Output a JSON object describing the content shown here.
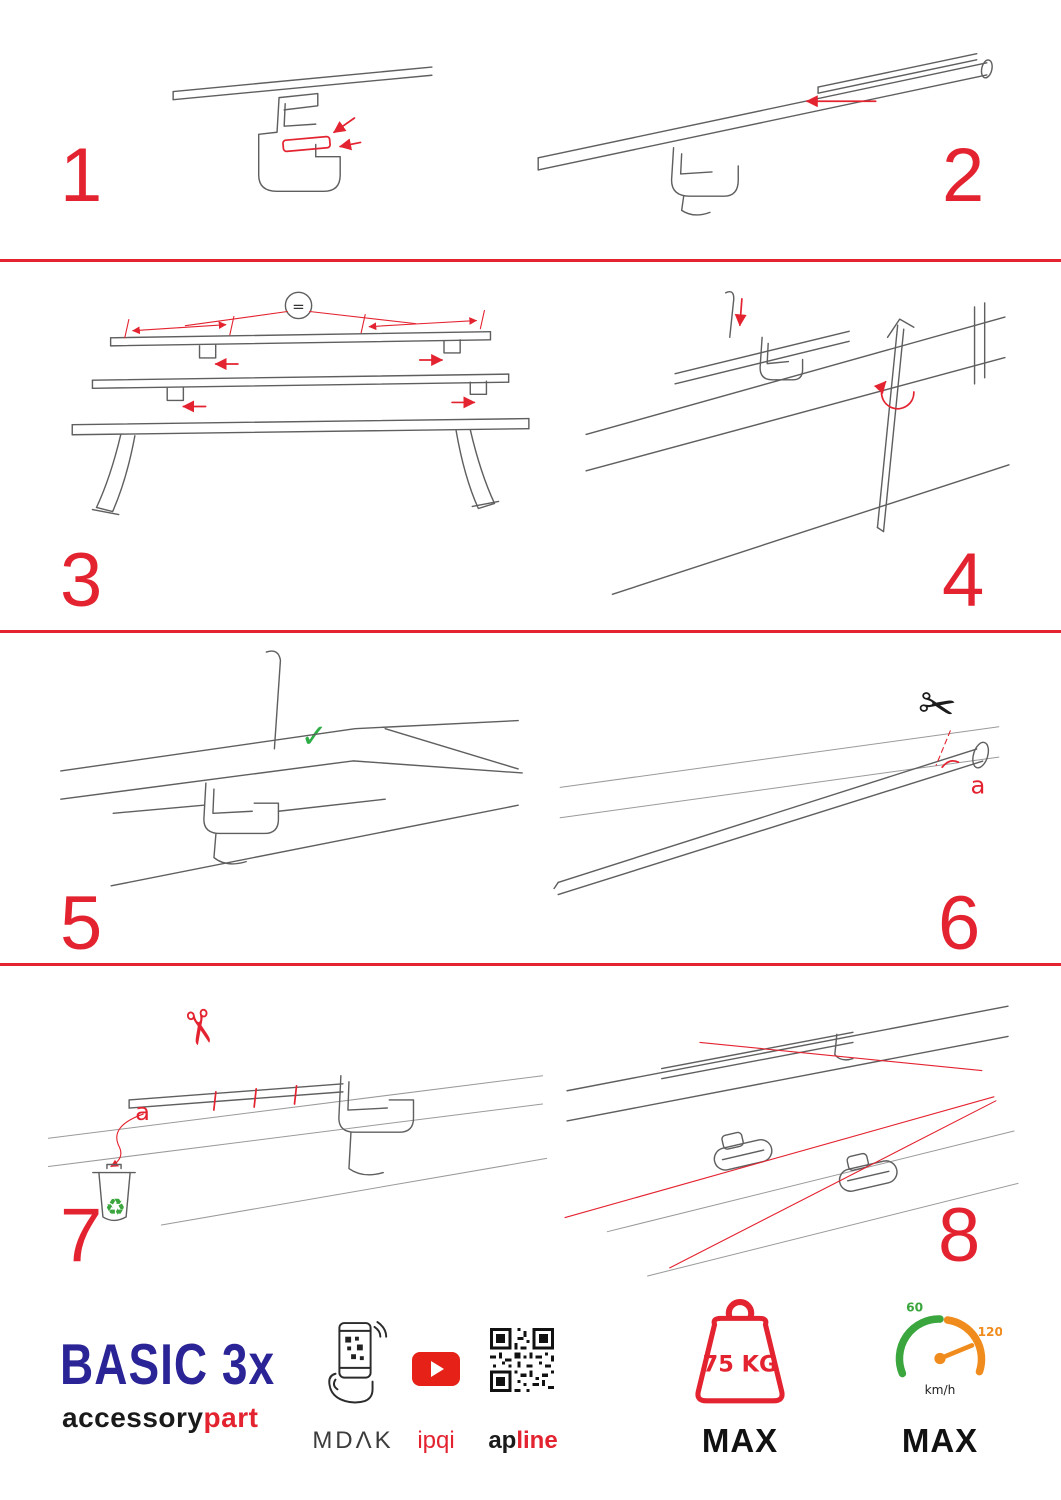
{
  "page": {
    "background": "#ffffff",
    "accent_red": "#e42330",
    "brand_blue": "#2b2496",
    "green": "#3aa63d",
    "orange": "#f08c1e"
  },
  "steps": [
    {
      "number": "1"
    },
    {
      "number": "2"
    },
    {
      "number": "3"
    },
    {
      "number": "4"
    },
    {
      "number": "5"
    },
    {
      "number": "6"
    },
    {
      "number": "7"
    },
    {
      "number": "8"
    }
  ],
  "annotations": {
    "equals": "=",
    "label_a": "a"
  },
  "icons": {
    "scissors": "✂",
    "recycle": "♻",
    "checkmark": "✓"
  },
  "footer": {
    "product_name": "BASIC 3x",
    "brand": {
      "black": "accessory",
      "red": "part"
    },
    "partners": {
      "mdak": "MDΛK",
      "ipqi": "ipqi",
      "apline_black": "ap",
      "apline_red": "line"
    },
    "weight": {
      "value": "75 KG",
      "max": "MAX"
    },
    "speed": {
      "low": "60",
      "high": "120",
      "unit": "km/h",
      "max": "MAX"
    }
  }
}
